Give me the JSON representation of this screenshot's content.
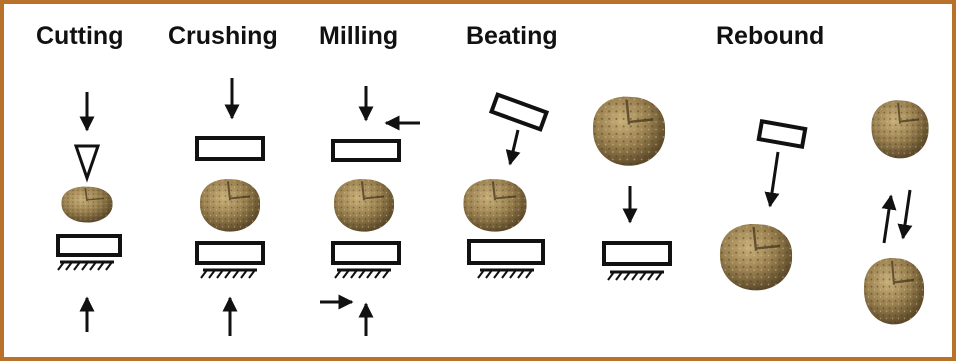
{
  "labels": {
    "cutting": "Cutting",
    "crushing": "Crushing",
    "milling": "Milling",
    "beating": "Beating",
    "rebound": "Rebound"
  },
  "colors": {
    "frame": "#b8722c",
    "ink": "#111111",
    "particle_light": "#a89060",
    "particle_dark": "#5d4a2a"
  }
}
